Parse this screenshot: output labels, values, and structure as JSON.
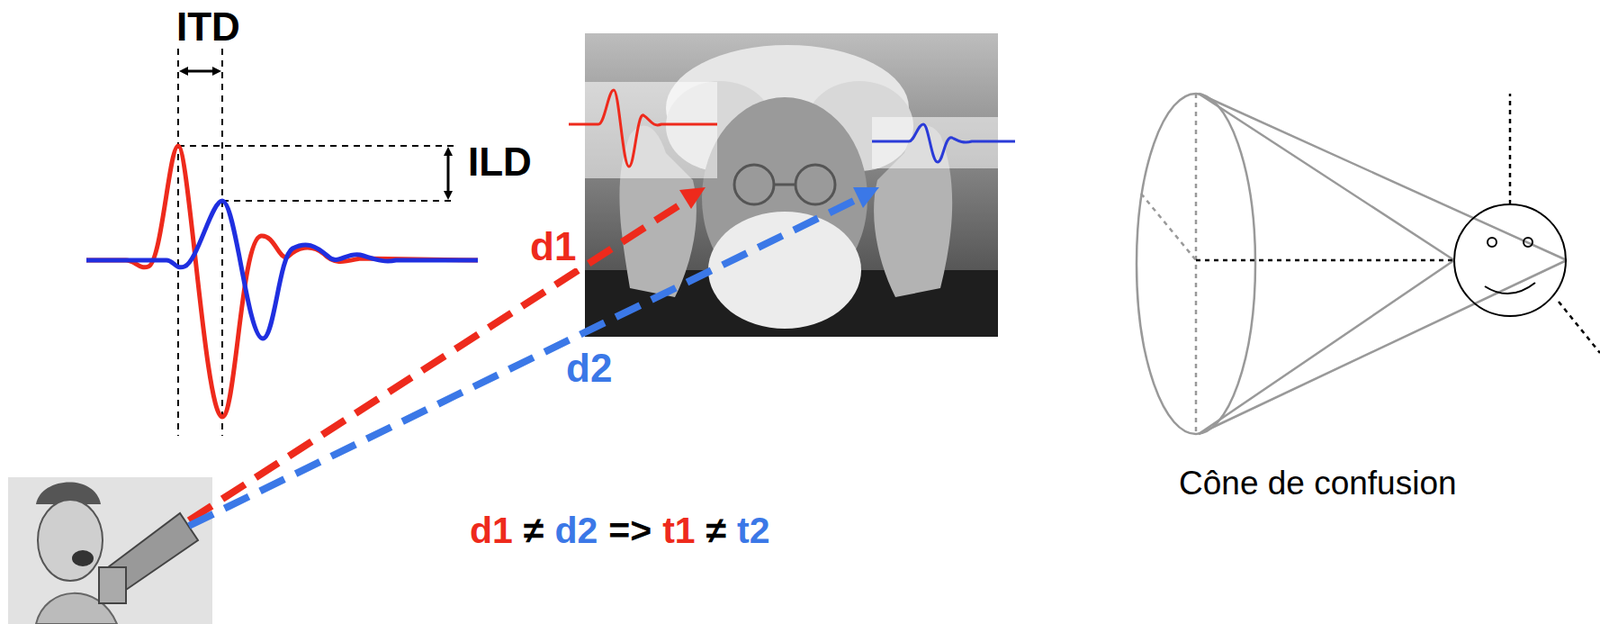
{
  "diagram": {
    "labels": [
      "ITD",
      "ILD",
      "d1",
      "d2",
      "d1",
      "≠",
      "d2",
      "=>",
      "t1",
      "≠",
      "t2",
      "Cône de confusion"
    ]
  }
}
